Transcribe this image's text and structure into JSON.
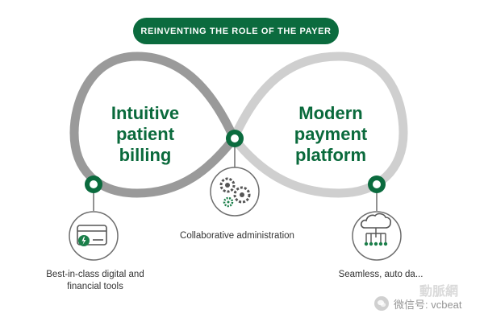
{
  "banner": {
    "title": "REINVENTING THE ROLE OF THE PAYER"
  },
  "loops": {
    "left_label": "Intuitive patient billing",
    "right_label": "Modern payment platform"
  },
  "captions": {
    "left": "Best-in-class digital and financial tools",
    "middle": "Collaborative administration",
    "right": "Seamless, auto da..."
  },
  "watermark": {
    "text": "微信号: vcbeat",
    "subtext": "動脈網"
  },
  "colors": {
    "brand_green": "#0b6b3e",
    "loop_dark": "#9a9a9a",
    "loop_light": "#cfcfcf",
    "icon_stroke": "#555555",
    "icon_accent": "#1b7f4a"
  },
  "icons": {
    "left": "card-icon",
    "middle": "gears-icon",
    "right": "cloud-network-icon"
  }
}
